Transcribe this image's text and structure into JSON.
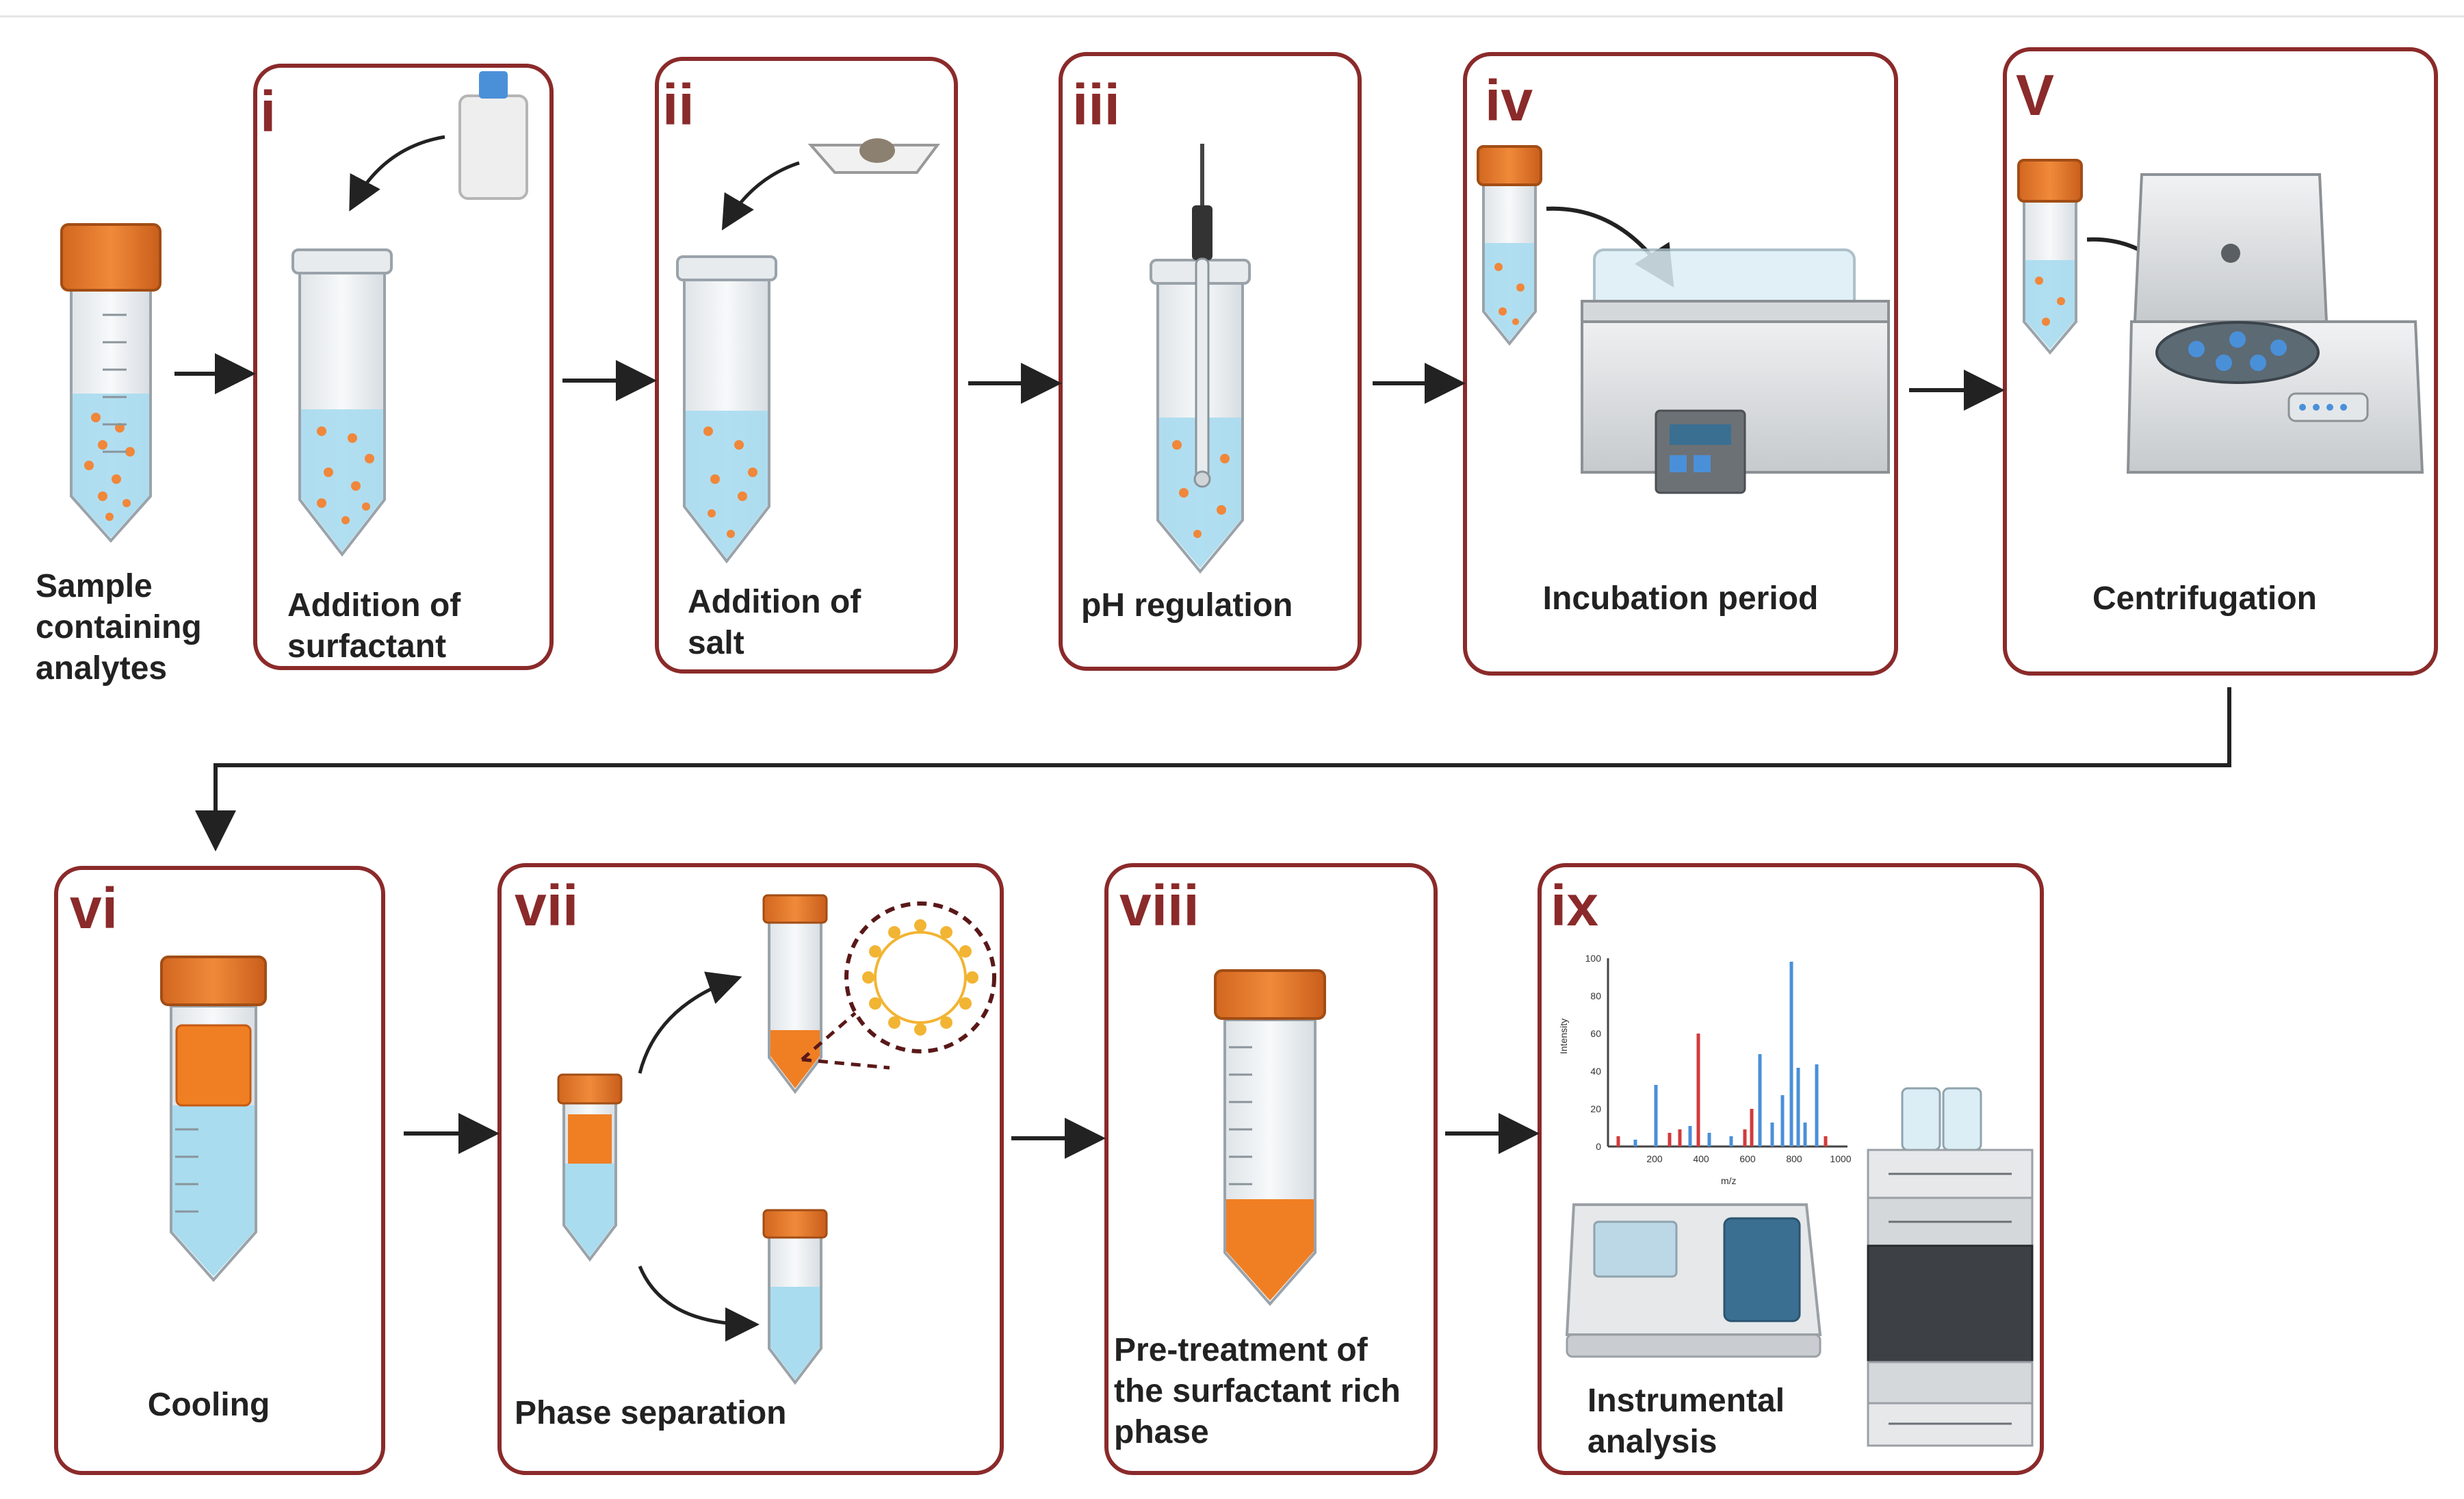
{
  "colors": {
    "frame": "#8b2a2a",
    "roman": "#8b2a2a",
    "arrow": "#222222",
    "liquid": "#a9dcef",
    "cap": "#e97a2b",
    "rich_phase": "#f07f24",
    "droplet": "#f0873a",
    "micelle": "#f2b433"
  },
  "start": {
    "label_lines": [
      "Sample",
      "containing",
      "analytes"
    ]
  },
  "steps": [
    {
      "numeral": "i",
      "label_lines": [
        "Addition of",
        "surfactant"
      ]
    },
    {
      "numeral": "ii",
      "label_lines": [
        "Addition of",
        "salt"
      ]
    },
    {
      "numeral": "iii",
      "label_lines": [
        "pH regulation"
      ]
    },
    {
      "numeral": "iv",
      "label_lines": [
        "Incubation period"
      ]
    },
    {
      "numeral": "V",
      "label_lines": [
        "Centrifugation"
      ]
    },
    {
      "numeral": "vi",
      "label_lines": [
        "Cooling"
      ]
    },
    {
      "numeral": "vii",
      "label_lines": [
        "Phase separation"
      ]
    },
    {
      "numeral": "viii",
      "label_lines": [
        "Pre-treatment of",
        "the surfactant rich",
        "phase"
      ]
    },
    {
      "numeral": "ix",
      "label_lines": [
        "Instrumental",
        "analysis"
      ]
    }
  ],
  "spectrum": {
    "ylabel": "Intensity",
    "xlabel": "m/z",
    "yticks": [
      "0",
      "20",
      "40",
      "60",
      "80",
      "100"
    ],
    "xticks": [
      "200",
      "400",
      "600",
      "800",
      "1000"
    ]
  }
}
